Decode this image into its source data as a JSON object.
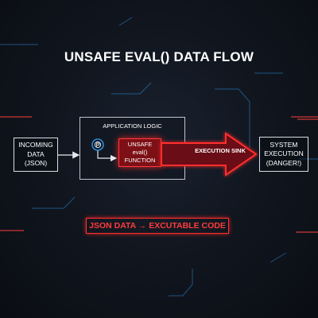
{
  "title": "UNSAFE EVAL() DATA FLOW",
  "nodes": {
    "incoming": {
      "lines": [
        "INCOMING",
        "DATA",
        "(JSON)"
      ]
    },
    "app_logic": {
      "label": "APPLICATION LOGIC"
    },
    "unsafe_function": {
      "lines": [
        "UNSAFE",
        "eval()",
        "FUNCTION"
      ]
    },
    "system": {
      "lines": [
        "SYSTEM",
        "EXECUTION",
        "(DANGER!)"
      ]
    }
  },
  "edges": {
    "sink_label": "EXECUTION SINK"
  },
  "banner": "JSON DATA → EXCUTABLE CODE",
  "colors": {
    "background": "#0d1117",
    "danger": "#ff3b3b",
    "danger_fill": "#7d1016",
    "accent_blue": "#2a8bd8",
    "box_border": "#d9dde3"
  },
  "icons": {
    "parser": "json-parser-icon"
  }
}
